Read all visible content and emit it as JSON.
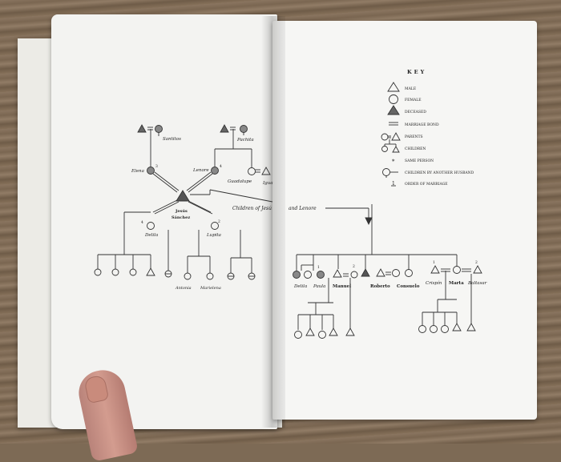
{
  "key": {
    "title": "KEY",
    "items": [
      {
        "symbol": "male",
        "label": "MALE"
      },
      {
        "symbol": "female",
        "label": "FEMALE"
      },
      {
        "symbol": "deceased",
        "label": "DECEASED"
      },
      {
        "symbol": "marriage",
        "label": "MARRIAGE BOND"
      },
      {
        "symbol": "parents",
        "label": "PARENTS"
      },
      {
        "symbol": "children",
        "label": "CHILDREN"
      },
      {
        "symbol": "same",
        "label": "SAME PERSON"
      },
      {
        "symbol": "another-husband",
        "label": "CHILDREN BY ANOTHER HUSBAND"
      },
      {
        "symbol": "order",
        "label": "ORDER OF MARRIAGE"
      }
    ]
  },
  "names": {
    "santitos": "Santitos",
    "pachita": "Pachita",
    "elena": "Elena",
    "lenore": "Lenore",
    "guadalupe": "Guadalupe",
    "guadalupe_cut": "Igua",
    "jesus": "Jesús",
    "sanchez": "Sánchez",
    "delila": "Delila",
    "lupita": "Lupita",
    "antonia": "Antonia",
    "marielena": "Marielena",
    "children_caption_left": "Children of Jesú",
    "children_caption_right": "and Lenore",
    "delila2": "Delila",
    "paula": "Paula",
    "manuel": "Manuel",
    "roberto": "Roberto",
    "consuelo": "Consuelo",
    "crispin": "Crispín",
    "marta": "Marta",
    "baltasar": "Baltasar"
  },
  "marks": {
    "n1": "1",
    "n2": "2",
    "n3": "3",
    "n4": "4",
    "eq": "="
  }
}
